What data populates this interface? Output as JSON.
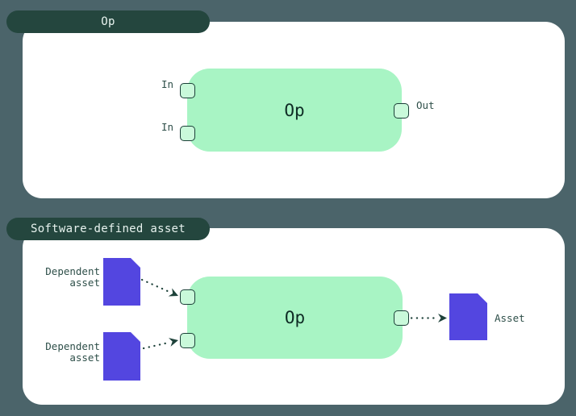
{
  "colors": {
    "background": "#4b646a",
    "card_bg": "#ffffff",
    "pill_bg": "#24463e",
    "pill_text": "#e8f3ef",
    "node_bg": "#a8f4c4",
    "node_text": "#0e2b24",
    "handle_bg": "#c9f9da",
    "handle_border": "#1c3f38",
    "label_text": "#2e4f49",
    "asset_fill": "#5346e0",
    "arrow": "#1e423a"
  },
  "op_panel": {
    "pill_label": "Op",
    "node_label": "Op",
    "input_labels": [
      "In",
      "In"
    ],
    "output_label": "Out"
  },
  "sda_panel": {
    "pill_label": "Software-defined asset",
    "node_label": "Op",
    "dependent_asset_labels": [
      "Dependent\nasset",
      "Dependent\nasset"
    ],
    "output_asset_label": "Asset"
  }
}
